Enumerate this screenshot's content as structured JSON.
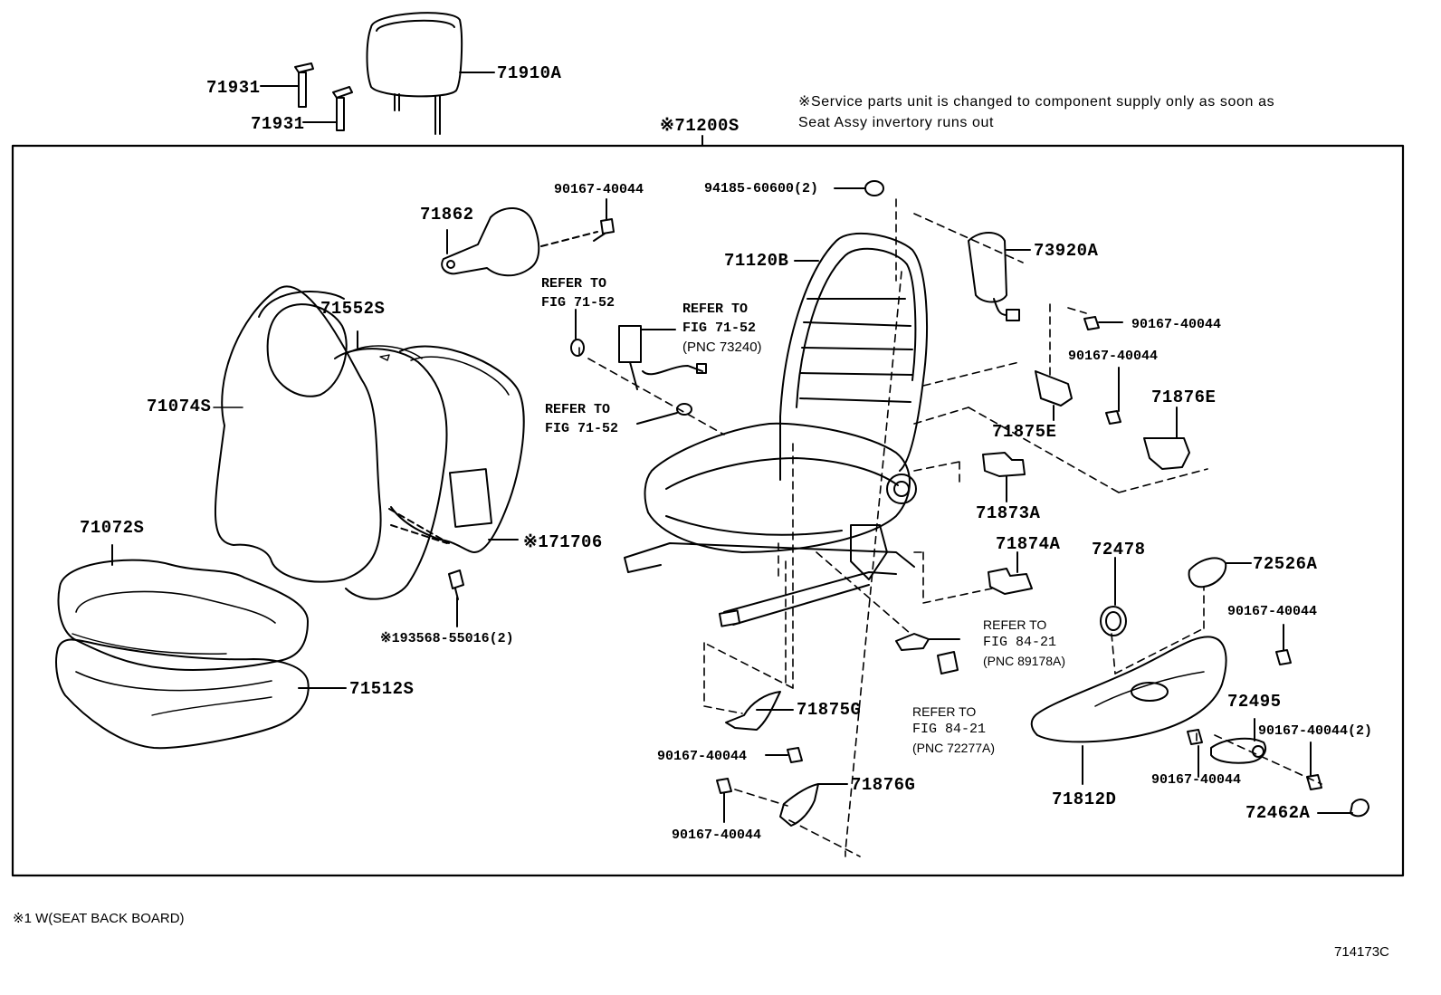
{
  "diagram": {
    "service_note": {
      "line1": "※Service parts unit is changed to component supply only as soon as",
      "line2": "Seat Assy invertory runs out"
    },
    "assembly_label": "※71200S",
    "footnote": "※1 W(SEAT BACK BOARD)",
    "figure_id": "714173C",
    "parts": {
      "p71931_a": "71931",
      "p71931_b": "71931",
      "p71910A": "71910A",
      "p90167_top": "90167-40044",
      "p94185": "94185-60600(2)",
      "p71862": "71862",
      "p71120B": "71120B",
      "p73920A": "73920A",
      "p90167_r1": "90167-40044",
      "p90167_r2": "90167-40044",
      "p71552S": "71552S",
      "p71074S": "71074S",
      "p71875E": "71875E",
      "p71876E": "71876E",
      "p71873A": "71873A",
      "p71072S": "71072S",
      "p171706": "※171706",
      "p71874A": "71874A",
      "p72478": "72478",
      "p72526A": "72526A",
      "p193568": "※193568-55016(2)",
      "p90167_r3": "90167-40044",
      "p71512S": "71512S",
      "p71875G": "71875G",
      "p72495": "72495",
      "p90167_r4": "90167-40044(2)",
      "p90167_mid": "90167-40044",
      "p71876G": "71876G",
      "p90167_r5": "90167-40044",
      "p71812D": "71812D",
      "p90167_bot": "90167-40044",
      "p72462A": "72462A"
    },
    "refs": {
      "ref1": {
        "l1": "REFER TO",
        "l2": "FIG 71-52"
      },
      "ref2": {
        "l1": "REFER TO",
        "l2": "FIG 71-52",
        "l3": "(PNC 73240)"
      },
      "ref3": {
        "l1": "REFER TO",
        "l2": "FIG 71-52"
      },
      "ref4": {
        "l1": "REFER TO",
        "l2": "FIG 84-21",
        "l3": "(PNC 89178A)"
      },
      "ref5": {
        "l1": "REFER TO",
        "l2": "FIG 84-21",
        "l3": "(PNC 72277A)"
      }
    }
  }
}
